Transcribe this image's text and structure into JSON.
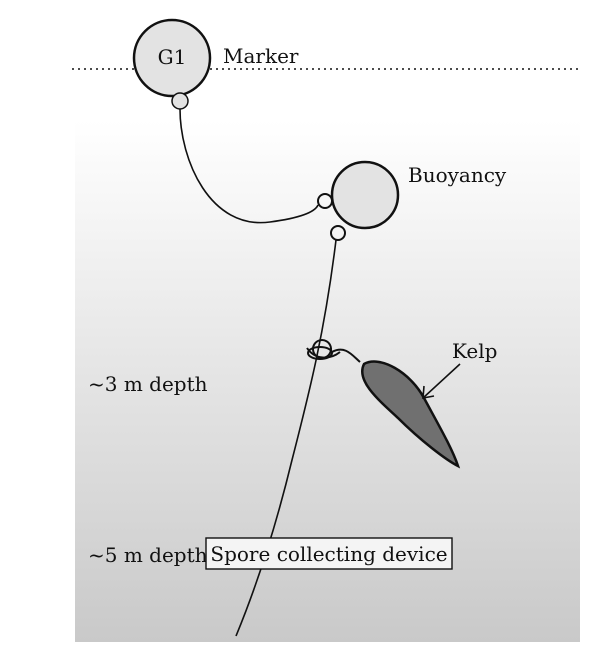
{
  "labels": {
    "marker_float": "G1",
    "marker": "Marker",
    "buoyancy": "Buoyancy",
    "kelp": "Kelp",
    "depth_3m": "~3 m depth",
    "depth_5m": "~5 m depth",
    "spore_device": "Spore collecting device"
  },
  "colors": {
    "water_top": "#ffffff",
    "water_bottom": "#c9c9c9",
    "float_fill": "#e3e3e3",
    "kelp_fill": "#707070",
    "line": "#111111"
  }
}
